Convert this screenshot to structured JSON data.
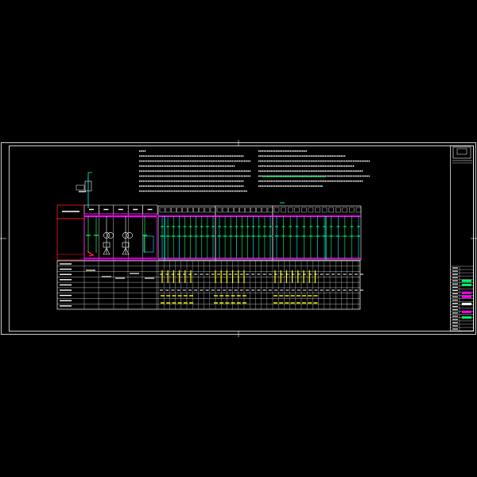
{
  "viewer": {
    "background": "#000000",
    "crosshair_color": "#ffffff"
  },
  "drawing": {
    "frame_color": "#ffffff",
    "colors": {
      "busbar": "#ff00ff",
      "feeder": "#00ff66",
      "cyan": "#00ffff",
      "red": "#ff2020",
      "yellow": "#ffff00",
      "white": "#ffffff",
      "magenta": "#ff00ff"
    },
    "left_panels": 5,
    "feeder_groups": [
      {
        "circuits": 10
      },
      {
        "circuits": 10
      },
      {
        "circuits": 13
      }
    ],
    "table_rows": 9,
    "notes_left_lines": 9,
    "notes_right_lines": 8,
    "title_block_rows": 20
  }
}
